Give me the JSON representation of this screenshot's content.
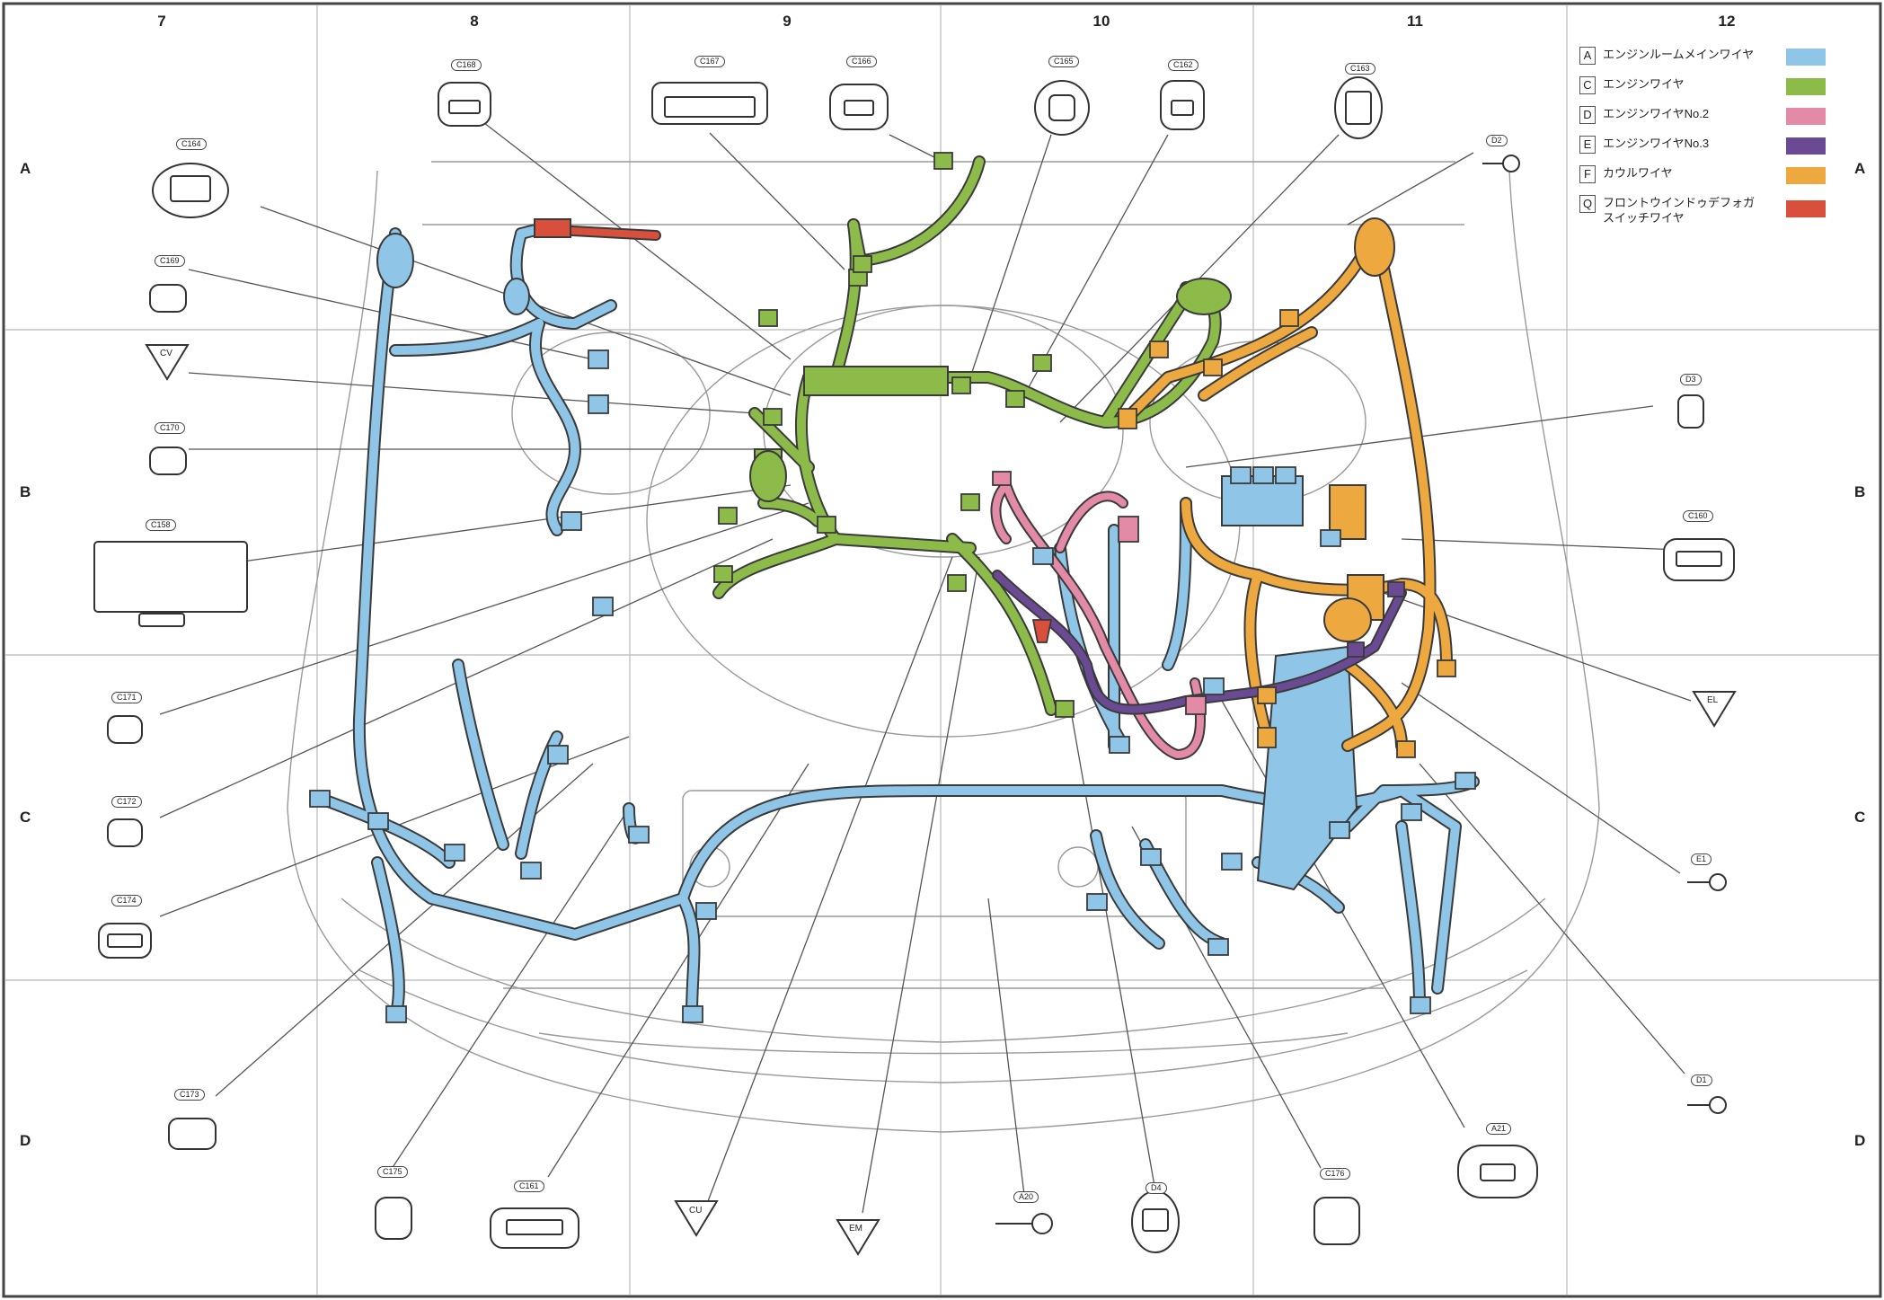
{
  "columns": [
    "7",
    "8",
    "9",
    "10",
    "11",
    "12"
  ],
  "rows": [
    "A",
    "B",
    "C",
    "D"
  ],
  "legend": [
    {
      "letter": "A",
      "name": "エンジンルームメインワイヤ",
      "color": "#8fc6e8"
    },
    {
      "letter": "C",
      "name": "エンジンワイヤ",
      "color": "#8dbb4a"
    },
    {
      "letter": "D",
      "name": "エンジンワイヤNo.2",
      "color": "#e38aa6"
    },
    {
      "letter": "E",
      "name": "エンジンワイヤNo.3",
      "color": "#6a4a92"
    },
    {
      "letter": "F",
      "name": "カウルワイヤ",
      "color": "#eda940"
    },
    {
      "letter": "Q",
      "name": "フロントウインドゥデフォガスイッチワイヤ",
      "color": "#d8503c"
    }
  ],
  "connectors": {
    "c168": "C168",
    "c167": "C167",
    "c166": "C166",
    "c165": "C165",
    "c162": "C162",
    "c163": "C163",
    "c164": "C164",
    "c169": "C169",
    "c170": "C170",
    "c158": "C158",
    "c171": "C171",
    "c172": "C172",
    "c174": "C174",
    "c173": "C173",
    "c175": "C175",
    "c161": "C161",
    "c160": "C160",
    "c176": "C176",
    "a21": "A21",
    "a20": "A20",
    "d4": "D4",
    "d2": "D2",
    "d3": "D3",
    "d1": "D1",
    "e1": "E1"
  },
  "ground_points": {
    "cv": "CV",
    "el": "EL",
    "cu": "CU",
    "em": "EM"
  },
  "colors": {
    "main": "#8fc6e8",
    "engine": "#8dbb4a",
    "engine2": "#e38aa6",
    "engine3": "#6a4a92",
    "cowl": "#eda940",
    "defog": "#d8503c",
    "outline": "#3a3a3a"
  }
}
